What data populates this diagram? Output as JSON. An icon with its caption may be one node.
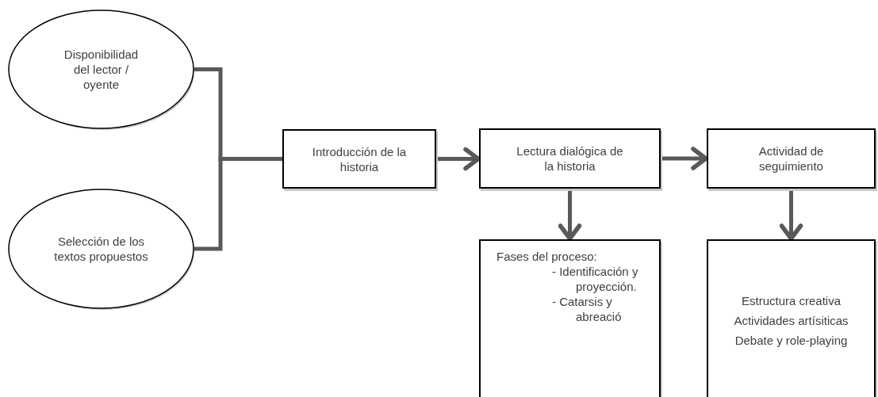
{
  "diagram": {
    "nodes": [
      {
        "text": [
          "Disponibilidad del lector / oyente"
        ]
      },
      {
        "text": [
          "Selección de los textos propuestos"
        ]
      },
      {
        "text": [
          "Introducción de la historia"
        ]
      },
      {
        "text": [
          "Lectura dialógica de la historia"
        ]
      },
      {
        "text": [
          "Actividad de seguimiento"
        ]
      },
      {
        "text": [
          "Fases del proceso:",
          "- Identificación y proyección.",
          "- Catarsis y abreació"
        ]
      },
      {
        "text": [
          "Estructura creativa",
          "Actividades artísiticas",
          "Debate y role-playing"
        ]
      }
    ],
    "edges": [
      {
        "from": 0,
        "to": 2,
        "arrow": "none"
      },
      {
        "from": 1,
        "to": 2,
        "arrow": "none"
      },
      {
        "from": 2,
        "to": 3,
        "arrow": "to"
      },
      {
        "from": 3,
        "to": 4,
        "arrow": "to"
      },
      {
        "from": 3,
        "to": 5,
        "arrow": "to"
      },
      {
        "from": 4,
        "to": 6,
        "arrow": "to"
      }
    ]
  }
}
